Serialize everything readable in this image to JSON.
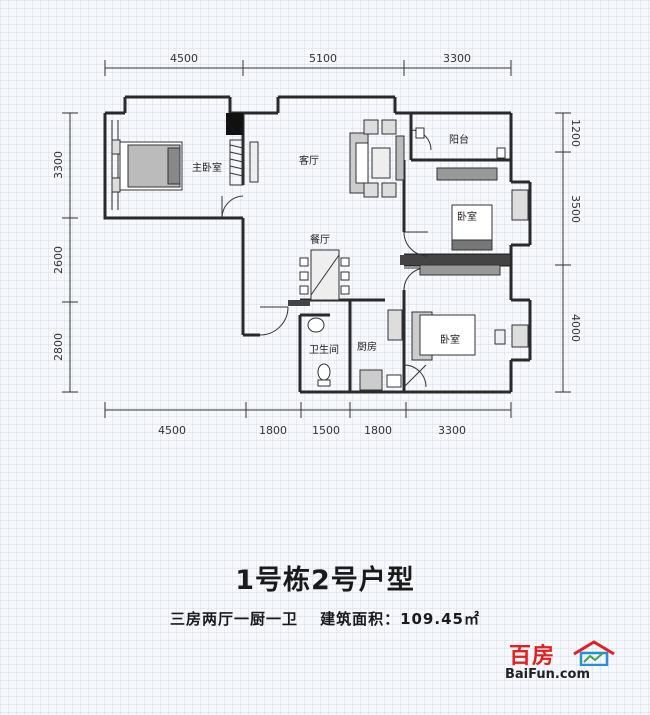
{
  "dimensions": {
    "top": [
      "4500",
      "5100",
      "3300"
    ],
    "bottom": [
      "4500",
      "1800",
      "1500",
      "1800",
      "3300"
    ],
    "left": [
      "3300",
      "2600",
      "2800"
    ],
    "right": [
      "1200",
      "3500",
      "4000"
    ]
  },
  "rooms": {
    "master_bedroom": "主卧室",
    "living_room": "客厅",
    "balcony": "阳台",
    "bedroom_1": "卧室",
    "dining_room": "餐厅",
    "bedroom_2": "卧室",
    "bathroom": "卫生间",
    "kitchen": "厨房"
  },
  "title": "1号栋2号户型",
  "subtitle": {
    "layout": "三房两厅一厨一卫",
    "area": "建筑面积：109.45㎡"
  },
  "brand": {
    "name_cn": "百房",
    "name_en": "BaiFun.com"
  }
}
